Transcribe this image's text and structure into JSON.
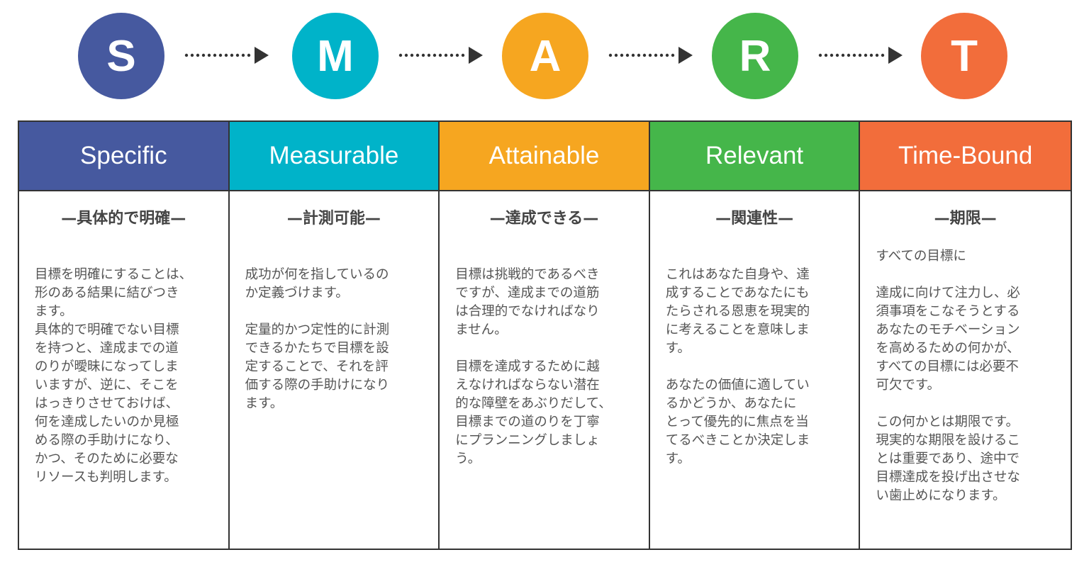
{
  "steps": [
    {
      "letter": "S",
      "label": "Specific",
      "subtitle": "—具体的で明確—",
      "color": "#46599f",
      "lines": [
        "目標を明確にすることは、",
        "形のある結果に結びつき",
        "ます。",
        "具体的で明確でない目標",
        "を持つと、達成までの道",
        "のりが曖昧になってしま",
        "いますが、逆に、そこを",
        "はっきりさせておけば、",
        "何を達成したいのか見極",
        "める際の手助けになり、",
        "かつ、そのために必要な",
        "リソースも判明します。"
      ]
    },
    {
      "letter": "M",
      "label": "Measurable",
      "subtitle": "—計測可能—",
      "color": "#00b3c9",
      "lines": [
        "成功が何を指しているの",
        "か定義づけます。",
        "",
        "定量的かつ定性的に計測",
        "できるかたちで目標を設",
        "定することで、それを評",
        "価する際の手助けになり",
        "ます。"
      ]
    },
    {
      "letter": "A",
      "label": "Attainable",
      "subtitle": "—達成できる—",
      "color": "#f6a620",
      "lines": [
        "目標は挑戦的であるべき",
        "ですが、達成までの道筋",
        "は合理的でなければなり",
        "ません。",
        "",
        "目標を達成するために越",
        "えなければならない潜在",
        "的な障壁をあぶりだして、",
        "目標までの道のりを丁寧",
        "にプランニングしましょ",
        "う。"
      ]
    },
    {
      "letter": "R",
      "label": "Relevant",
      "subtitle": "—関連性—",
      "color": "#45b64a",
      "lines": [
        "これはあなた自身や、達",
        "成することであなたにも",
        "たらされる恩恵を現実的",
        "に考えることを意味しま",
        "す。",
        "",
        "あなたの価値に適してい",
        "るかどうか、あなたに",
        "とって優先的に焦点を当",
        "てるべきことか決定しま",
        "す。"
      ]
    },
    {
      "letter": "T",
      "label": "Time-Bound",
      "subtitle": "—期限—",
      "color": "#f26d3b",
      "lines": [
        "すべての目標に",
        "",
        "達成に向けて注力し、必",
        "須事項をこなそうとする",
        "あなたのモチベーション",
        "を高めるための何かが、",
        "すべての目標には必要不",
        "可欠です。",
        "",
        "この何かとは期限です。",
        "現実的な期限を設けるこ",
        "とは重要であり、途中で",
        "目標達成を投げ出させな",
        "い歯止めになります。"
      ]
    }
  ]
}
